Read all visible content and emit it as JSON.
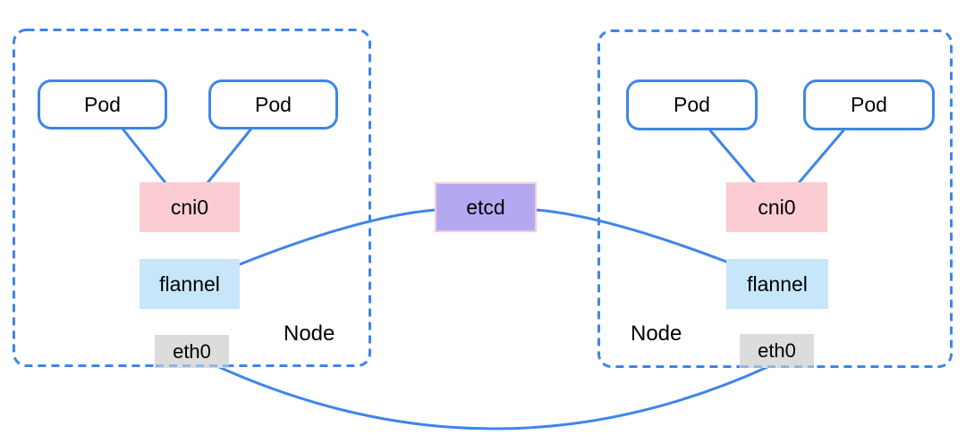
{
  "diagram": {
    "type": "kubernetes-flannel-overlay-network",
    "colors": {
      "background": "#FFFFFF",
      "line_blue": "#3E85E9",
      "text": "#000000",
      "pod_fill": "#FFFFFF",
      "cni0_fill": "#FBCDD3",
      "flannel_fill": "#C8E6FA",
      "eth0_fill": "#DBDDDC",
      "etcd_fill": "#B3A9F0",
      "etcd_border": "#F6CBD4"
    },
    "nodes": [
      {
        "label": "Node",
        "pods": [
          "Pod",
          "Pod"
        ],
        "bridge": "cni0",
        "daemon": "flannel",
        "interface": "eth0"
      },
      {
        "label": "Node",
        "pods": [
          "Pod",
          "Pod"
        ],
        "bridge": "cni0",
        "daemon": "flannel",
        "interface": "eth0"
      }
    ],
    "store": {
      "label": "etcd"
    },
    "links": [
      {
        "from": "pod",
        "to": "cni0"
      },
      {
        "from": "pod",
        "to": "cni0"
      },
      {
        "from": "pod",
        "to": "cni0"
      },
      {
        "from": "pod",
        "to": "cni0"
      },
      {
        "from": "flannel",
        "to": "etcd"
      },
      {
        "from": "etcd",
        "to": "flannel"
      },
      {
        "from": "eth0",
        "to": "eth0"
      }
    ]
  }
}
